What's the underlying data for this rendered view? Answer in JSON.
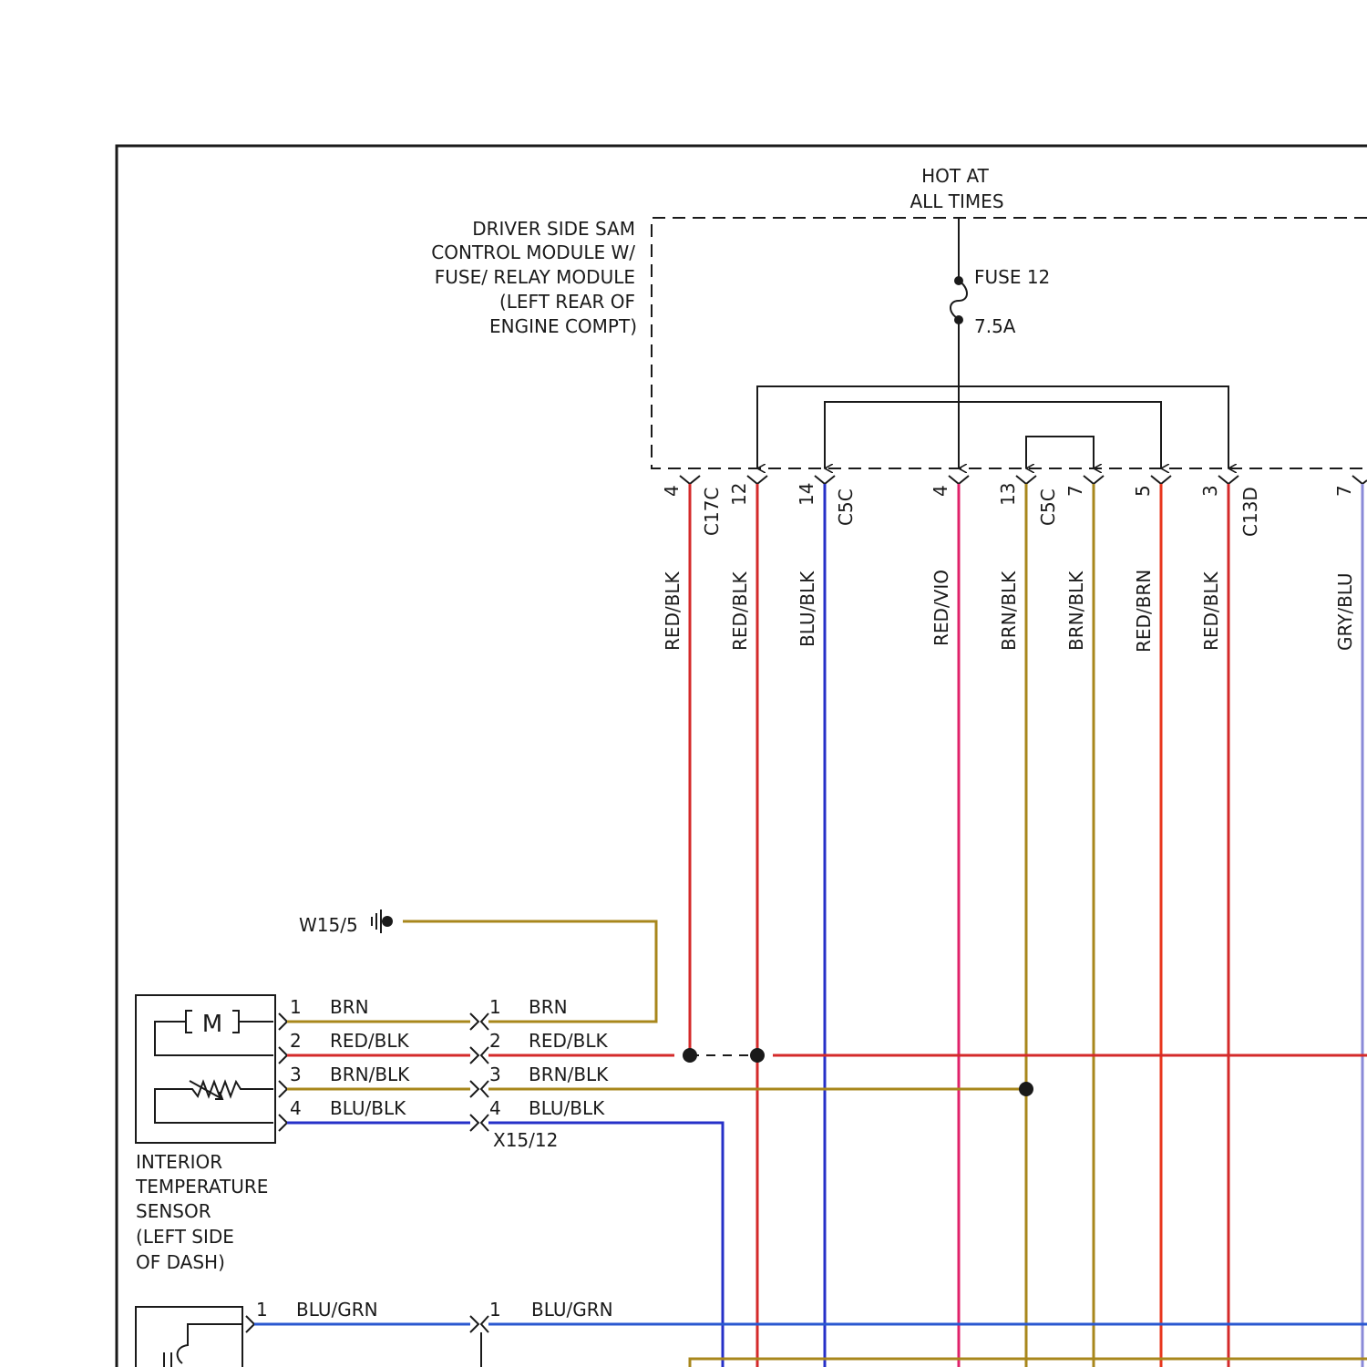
{
  "power": {
    "line1": "HOT AT",
    "line2": "ALL TIMES"
  },
  "sam_module": {
    "lines": [
      "DRIVER SIDE SAM",
      "CONTROL MODULE W/",
      "FUSE/ RELAY MODULE",
      "(LEFT REAR OF",
      "ENGINE COMPT)"
    ]
  },
  "fuse": {
    "name": "FUSE 12",
    "rating": "7.5A"
  },
  "connectors": {
    "c17c": "C17C",
    "c5c_a": "C5C",
    "c5c_b": "C5C",
    "c13d": "C13D",
    "x15_12": "X15/12"
  },
  "pins": {
    "p1": "4",
    "p2": "12",
    "p3": "14",
    "p4": "4",
    "p5": "13",
    "p6": "7",
    "p7": "5",
    "p8": "3",
    "p9": "7"
  },
  "wire_colors": {
    "w1": "RED/BLK",
    "w2": "RED/BLK",
    "w3": "BLU/BLK",
    "w4": "RED/VIO",
    "w5": "BRN/BLK",
    "w6": "BRN/BLK",
    "w7": "RED/BRN",
    "w8": "RED/BLK",
    "w9": "GRY/BLU"
  },
  "ground": {
    "label": "W15/5"
  },
  "sensor_wires": [
    {
      "pin": "1",
      "color": "BRN"
    },
    {
      "pin": "2",
      "color": "RED/BLK"
    },
    {
      "pin": "3",
      "color": "BRN/BLK"
    },
    {
      "pin": "4",
      "color": "BLU/BLK"
    }
  ],
  "x15_wires": [
    {
      "pin": "1",
      "color": "BRN"
    },
    {
      "pin": "2",
      "color": "RED/BLK"
    },
    {
      "pin": "3",
      "color": "BRN/BLK"
    },
    {
      "pin": "4",
      "color": "BLU/BLK"
    }
  ],
  "motor_symbol": "M",
  "sensor": {
    "lines": [
      "INTERIOR",
      "TEMPERATURE",
      "SENSOR",
      "(LEFT SIDE",
      "OF DASH)"
    ]
  },
  "bottom_wires": {
    "left_pin": "1",
    "left_color": "BLU/GRN",
    "right_pin": "1",
    "right_color": "BLU/GRN"
  },
  "colors": {
    "red": "#d42a2a",
    "blue": "#2630c8",
    "brown": "#a8871c",
    "pink": "#e0226a",
    "gray_blue": "#8a8ad8",
    "blue_green": "#2a58d0",
    "black": "#1a1a1a"
  }
}
